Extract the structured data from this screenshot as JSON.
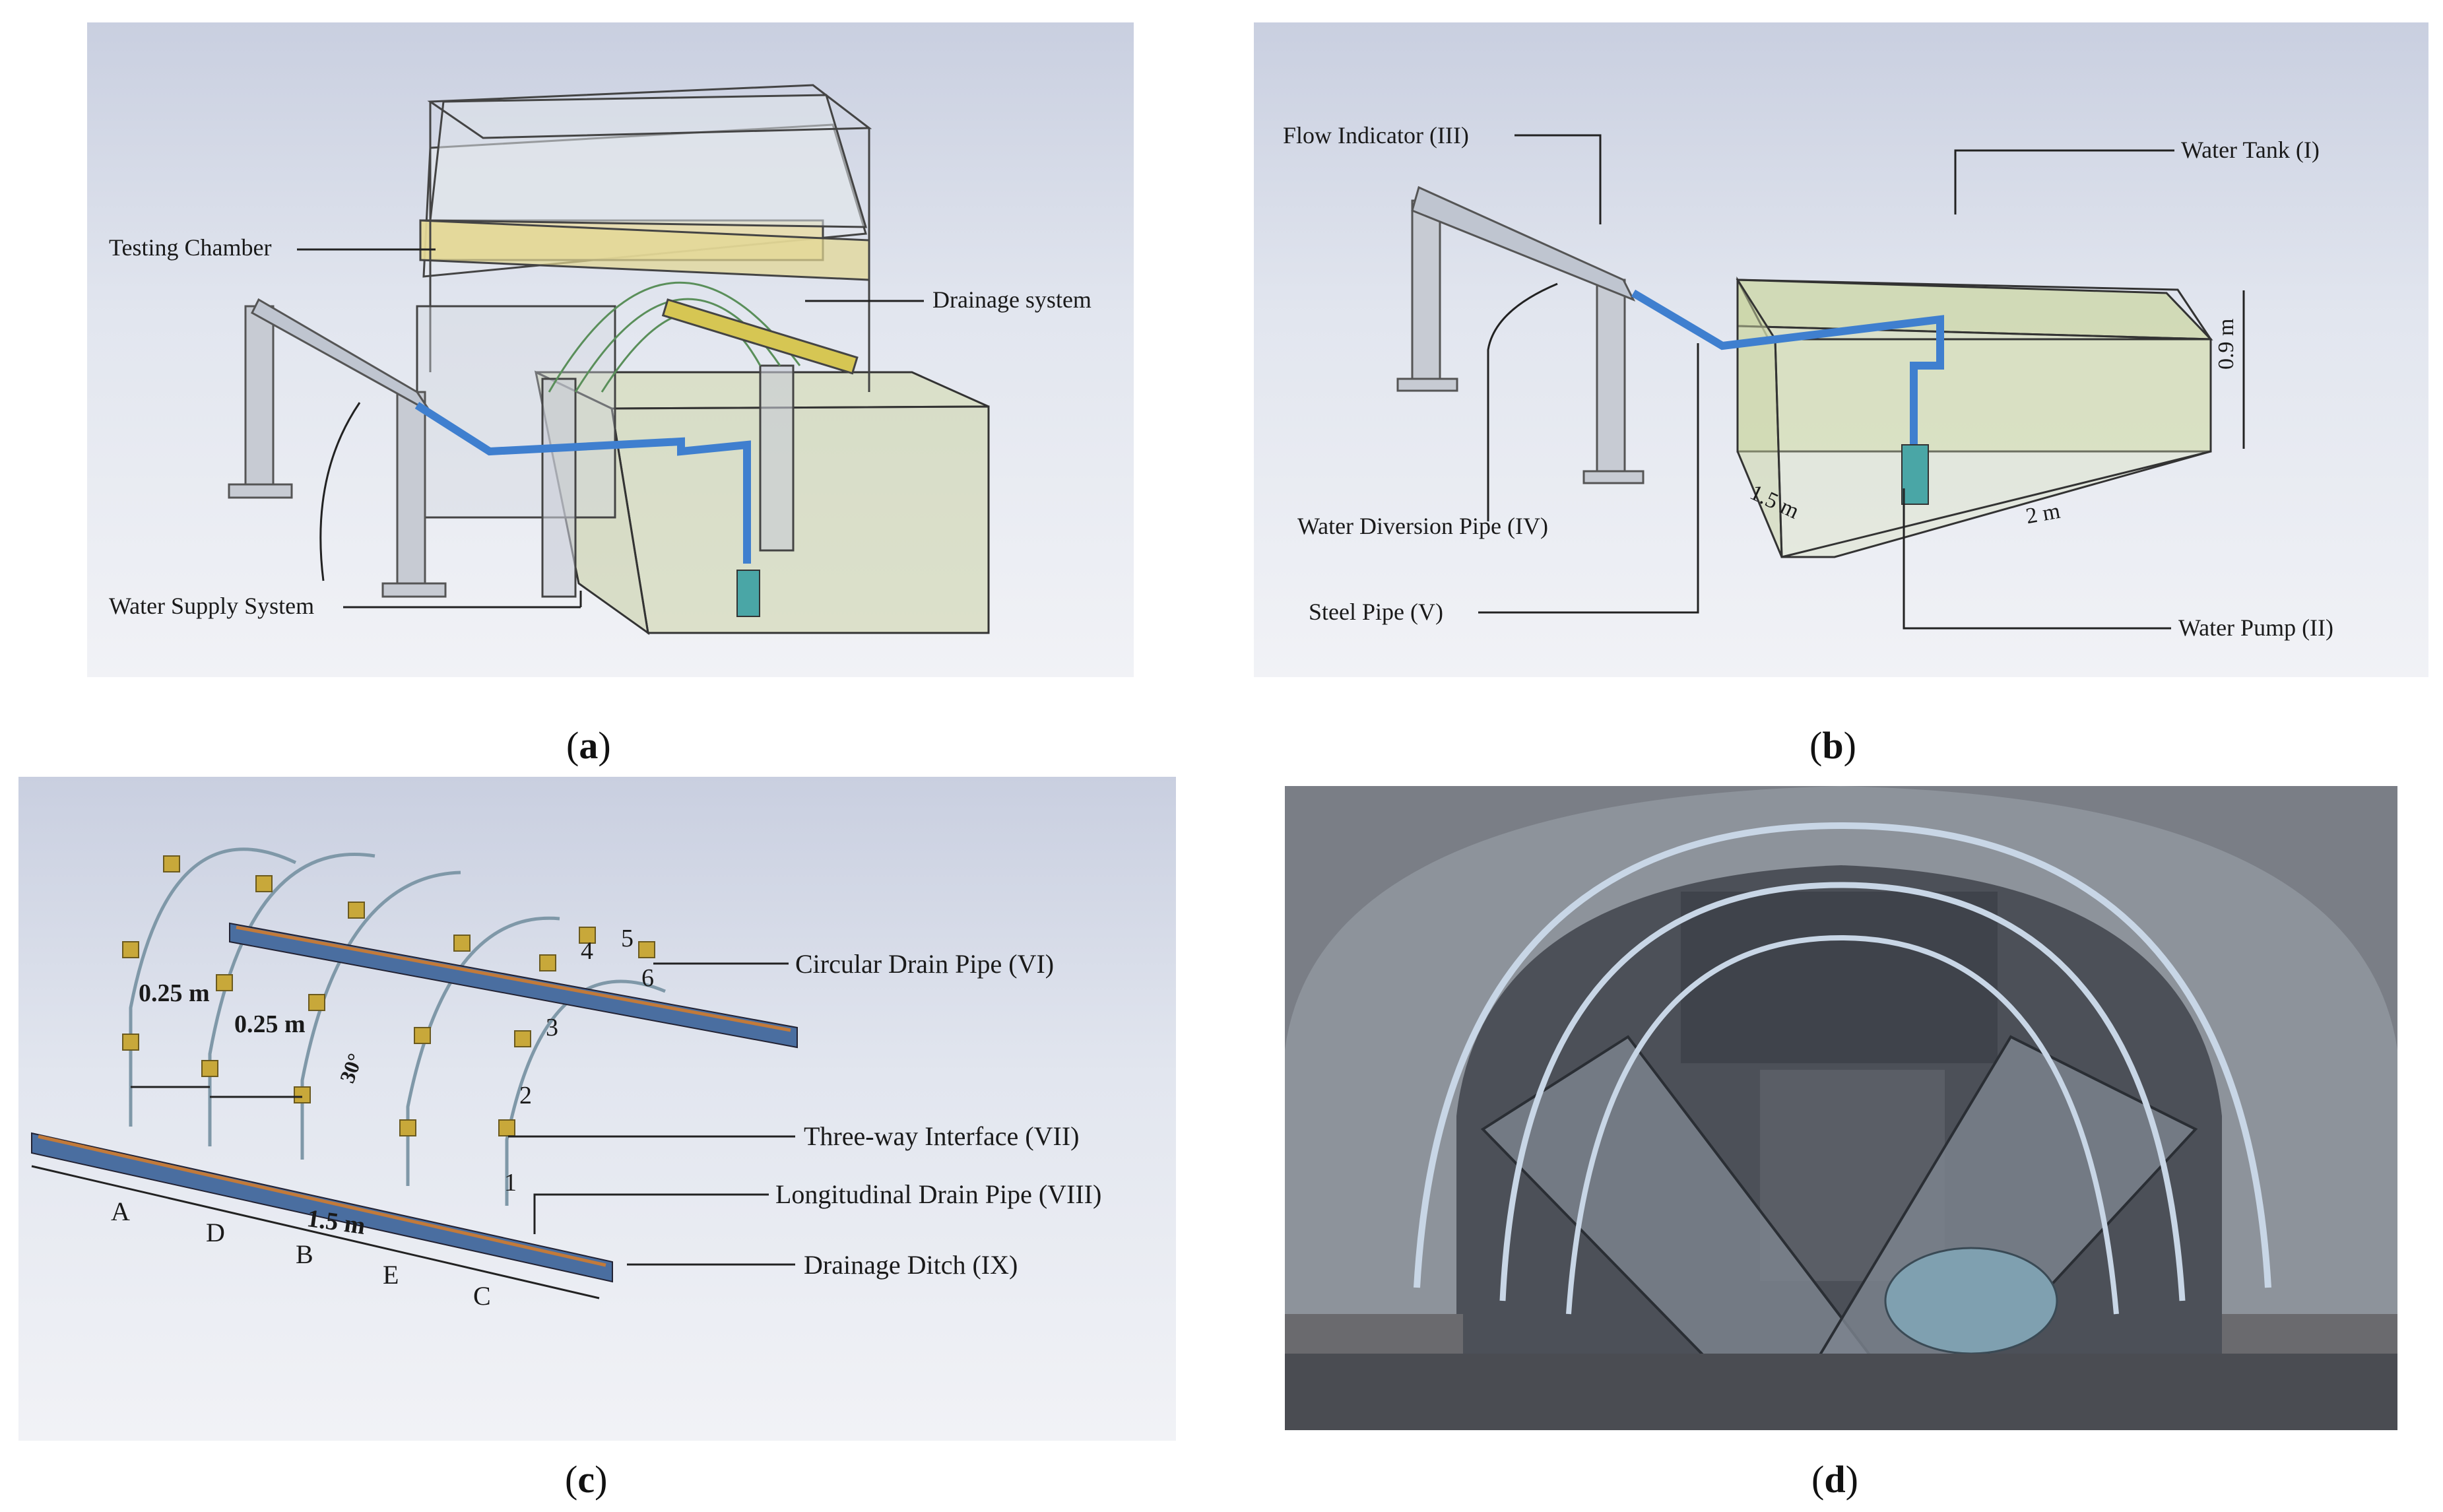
{
  "panels": {
    "a": {
      "caption_open": "(",
      "caption_letter": "a",
      "caption_close": ")",
      "labels": {
        "testing_chamber": "Testing Chamber",
        "drainage_system": "Drainage system",
        "water_supply_system": "Water Supply System"
      }
    },
    "b": {
      "caption_open": "(",
      "caption_letter": "b",
      "caption_close": ")",
      "labels": {
        "flow_indicator": "Flow Indicator (III)",
        "water_tank": "Water Tank (I)",
        "water_diversion_pipe": "Water Diversion Pipe (IV)",
        "steel_pipe": "Steel Pipe (V)",
        "water_pump": "Water Pump (II)",
        "dim_height": "0.9 m",
        "dim_depth": "1.5 m",
        "dim_length": "2 m"
      }
    },
    "c": {
      "caption_open": "(",
      "caption_letter": "c",
      "caption_close": ")",
      "labels": {
        "circular_drain_pipe": "Circular Drain Pipe (VI)",
        "three_way_interface": "Three-way Interface (VII)",
        "longitudinal_drain_pipe": "Longitudinal Drain Pipe (VIII)",
        "drainage_ditch": "Drainage Ditch (IX)",
        "spacing_1": "0.25 m",
        "spacing_2": "0.25 m",
        "angle": "30°",
        "length": "1.5 m",
        "points": [
          "1",
          "2",
          "3",
          "4",
          "5",
          "6"
        ],
        "sections": [
          "A",
          "D",
          "B",
          "E",
          "C"
        ]
      }
    },
    "d": {
      "caption_open": "(",
      "caption_letter": "d",
      "caption_close": ")"
    }
  }
}
